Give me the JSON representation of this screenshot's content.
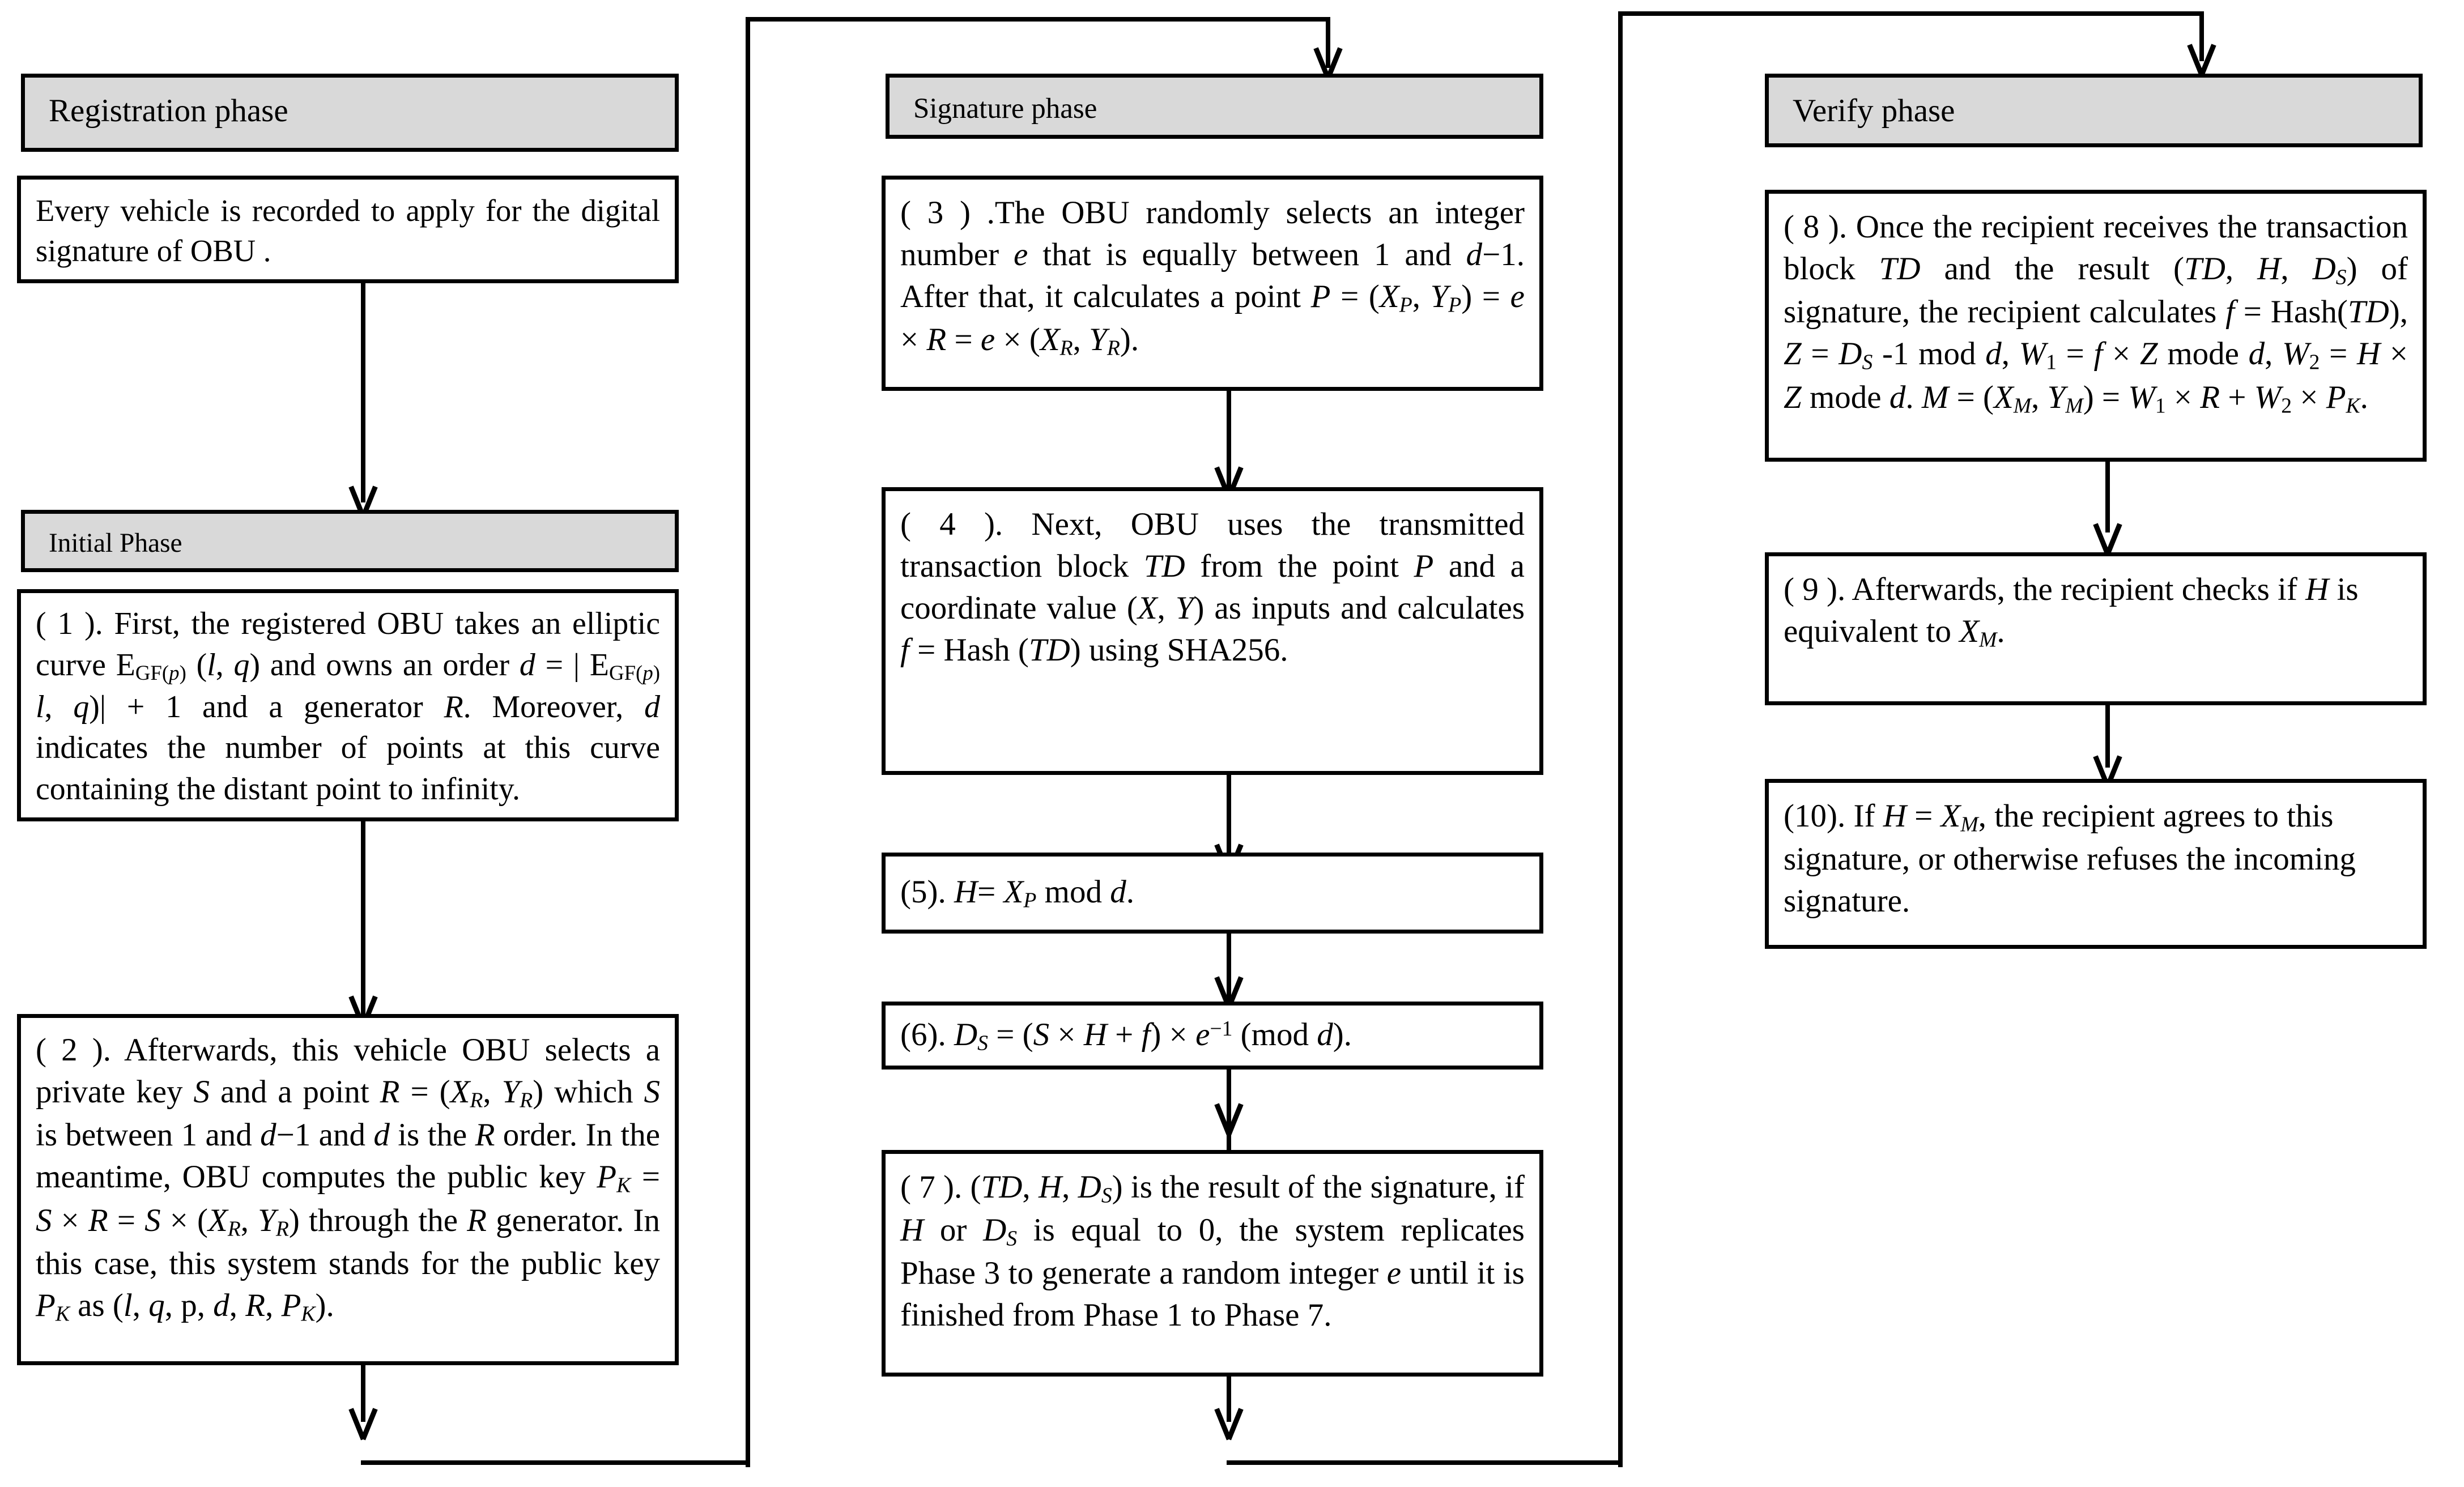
{
  "diagram": {
    "title": "ECDSA blockchain signature protocol flowchart",
    "columns": [
      {
        "id": "registration",
        "header": "Registration phase",
        "boxes": [
          {
            "id": "reg-1",
            "label": "Every vehicle is recorded to apply for the digital signature of OBU ."
          }
        ]
      },
      {
        "id": "initial",
        "header": "Initial Phase",
        "boxes": [
          {
            "id": "step-1",
            "label": "( 1 ). First, the registered OBU takes an elliptic curve EGF(p) (l, q) and owns an order d = | EGF(p) l, q)| + 1 and a generator R. Moreover, d indicates the number of points at this curve containing the distant point to infinity."
          },
          {
            "id": "step-2",
            "label": "( 2 ). Afterwards, this vehicle OBU selects a private key S and a point R = (XR, YR) which S is between 1 and d−1 and d is the R order. In the meantime, OBU computes the public key PK = S × R = S × (XR, YR) through the R generator. In this case, this system stands for the public key PK as (l, q, p, d, R, PK)."
          }
        ]
      },
      {
        "id": "signature",
        "header": "Signature phase",
        "boxes": [
          {
            "id": "step-3",
            "label": "( 3 ) .The OBU randomly selects an integer number e that is equally between 1 and d−1. After that, it calculates a point P = (XP, YP) = e × R = e × (XR, YR)."
          },
          {
            "id": "step-4",
            "label": "( 4 ). Next, OBU uses the transmitted transaction block TD from the point P and a coordinate value (X, Y) as inputs and calculates f = Hash (TD) using SHA256."
          },
          {
            "id": "step-5",
            "label": "(5). H= XP mod d."
          },
          {
            "id": "step-6",
            "label": "(6). DS = (S × H + f) × e-1 (mod d)."
          },
          {
            "id": "step-7",
            "label": "( 7 ). (TD, H, DS) is the result of the signature, if H or DS is equal to 0, the system replicates Phase 3 to generate a random integer e until it is finished from Phase 1 to Phase 7."
          }
        ]
      },
      {
        "id": "verify",
        "header": "Verify phase",
        "boxes": [
          {
            "id": "step-8",
            "label": "( 8 ). Once the recipient receives the transaction block TD and the result (TD, H, DS) of signature, the recipient calculates f = Hash(TD), Z = DS -1 mod d, W1 = f × Z mode d, W2 = H × Z mode d. M = (XM, YM) = W1 × R + W2 × PK."
          },
          {
            "id": "step-9",
            "label": "( 9 ). Afterwards, the recipient checks if H is equivalent to XM."
          },
          {
            "id": "step-10",
            "label": "(10). If H = XM, the recipient agrees to this signature, or otherwise refuses the incoming signature."
          }
        ]
      }
    ],
    "colors": {
      "header_fill": "#d9d9d9",
      "box_fill": "#ffffff",
      "stroke": "#000000",
      "text": "#000000"
    },
    "connectors": [
      {
        "id": "reg-to-initial",
        "from": "reg-1",
        "to": "initial-header",
        "kind": "straight-down-arrow"
      },
      {
        "id": "initial-to-step2",
        "from": "step-1",
        "to": "step-2",
        "kind": "straight-down-arrow"
      },
      {
        "id": "col1-to-col2",
        "from": "step-2",
        "to": "signature-header",
        "kind": "routed-up-over-down-arrow"
      },
      {
        "id": "step3-to-step4",
        "from": "step-3",
        "to": "step-4",
        "kind": "straight-down-arrow"
      },
      {
        "id": "step4-to-step5",
        "from": "step-4",
        "to": "step-5",
        "kind": "straight-down-arrow"
      },
      {
        "id": "step5-to-step6",
        "from": "step-5",
        "to": "step-6",
        "kind": "straight-down-arrow"
      },
      {
        "id": "step6-to-step7",
        "from": "step-6",
        "to": "step-7",
        "kind": "straight-down-arrow"
      },
      {
        "id": "col2-to-col3",
        "from": "step-7",
        "to": "verify-header",
        "kind": "routed-up-over-down-arrow"
      },
      {
        "id": "step8-to-step9",
        "from": "step-8",
        "to": "step-9",
        "kind": "straight-down-arrow"
      },
      {
        "id": "step9-to-step10",
        "from": "step-9",
        "to": "step-10",
        "kind": "straight-down-arrow"
      }
    ]
  }
}
